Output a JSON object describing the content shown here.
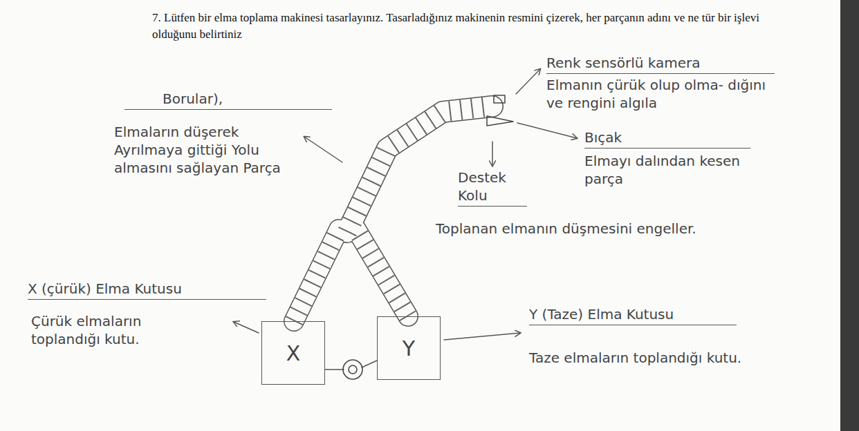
{
  "diagram": {
    "title": "7. Lütfen bir elma toplama makinesi tasarlayınız. Tasarladığınız makinenin resmini çizerek, her parçanın adını ve ne tür bir işlevi olduğunu belirtiniz",
    "nodes": [
      {
        "text": [
          "X"
        ]
      },
      {
        "text": [
          "Y"
        ]
      }
    ],
    "labels": [
      "Renk sensörlü kamera",
      "Elmanın çürük olup olma- dığını ve rengini algıla",
      "Bıçak",
      "Elmayı dalından kesen parça",
      "Destek Kolu",
      "Toplanan elmanın düşmesini engeller.",
      "Borular),",
      "Elmaların düşerek Ayrılmaya gittiği Yolu almasını sağlayan Parça",
      "X (çürük) Elma Kutusu",
      "Çürük elmaların toplandığı kutu.",
      "Y (Taze) Elma Kutusu",
      "Taze elmaların toplandığı kutu."
    ]
  }
}
